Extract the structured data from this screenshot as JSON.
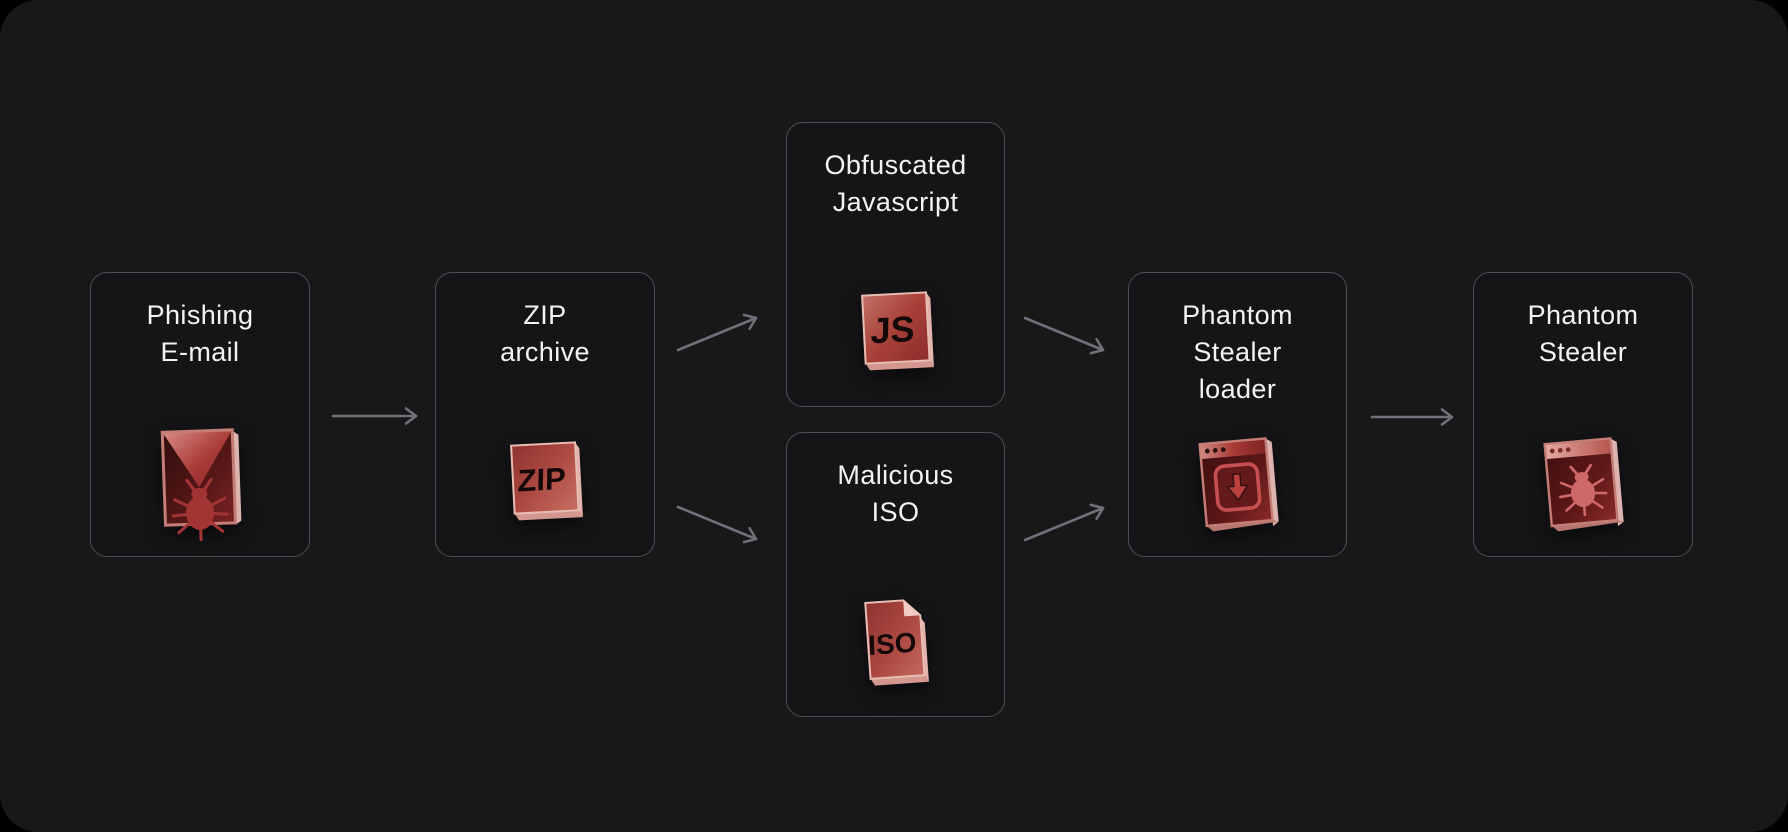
{
  "diagram": {
    "type": "flowchart",
    "theme": {
      "surround_background": "#000000",
      "panel_background": "#181818",
      "node_border": "#4d4d59",
      "node_background": "#151518",
      "label_text_color": "#f3f3f5",
      "arrow_color": "#70707a",
      "icon_red": "#a93434",
      "icon_red_dark": "#5a1515",
      "icon_red_light": "#e8c2ba"
    },
    "nodes": [
      {
        "id": "phishing-email",
        "label": "Phishing\nE-mail",
        "icon": "envelope-bug-icon"
      },
      {
        "id": "zip-archive",
        "label": "ZIP\narchive",
        "icon": "zip-badge-icon",
        "icon_text": "ZIP"
      },
      {
        "id": "obfuscated-javascript",
        "label": "Obfuscated\nJavascript",
        "icon": "js-badge-icon",
        "icon_text": "JS"
      },
      {
        "id": "malicious-iso",
        "label": "Malicious\nISO",
        "icon": "iso-file-icon",
        "icon_text": "ISO"
      },
      {
        "id": "phantom-stealer-loader",
        "label": "Phantom\nStealer\nloader",
        "icon": "download-window-icon"
      },
      {
        "id": "phantom-stealer",
        "label": "Phantom\nStealer",
        "icon": "bug-window-icon"
      }
    ],
    "connections": [
      {
        "from": "phishing-email",
        "to": "zip-archive"
      },
      {
        "from": "zip-archive",
        "to": "obfuscated-javascript"
      },
      {
        "from": "zip-archive",
        "to": "malicious-iso"
      },
      {
        "from": "obfuscated-javascript",
        "to": "phantom-stealer-loader"
      },
      {
        "from": "malicious-iso",
        "to": "phantom-stealer-loader"
      },
      {
        "from": "phantom-stealer-loader",
        "to": "phantom-stealer"
      }
    ]
  }
}
